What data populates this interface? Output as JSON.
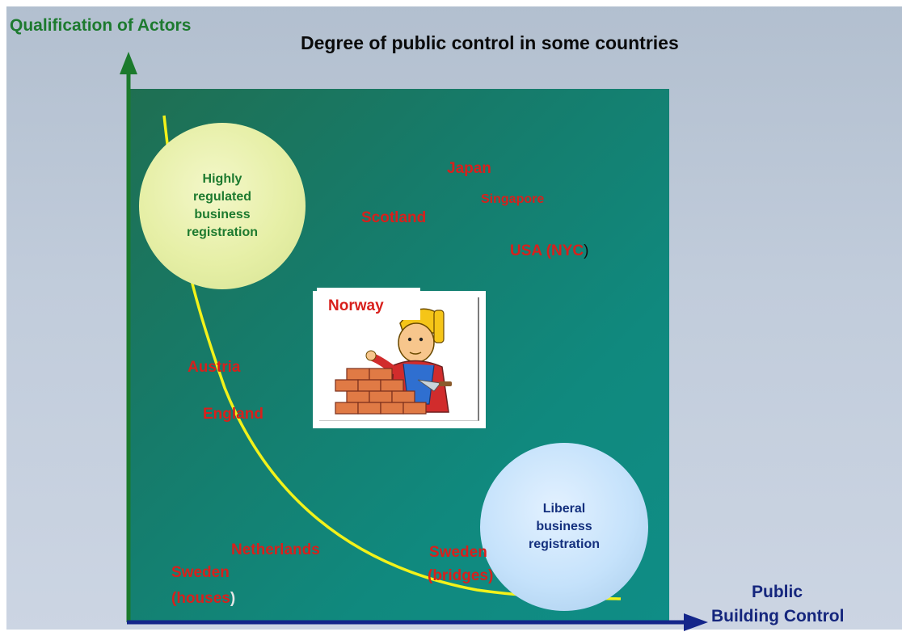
{
  "title": "Degree of public control in some countries",
  "y_axis_label": "Qualification of Actors",
  "x_axis_label_line1": "Public",
  "x_axis_label_line2": "Building Control",
  "circles": {
    "regulated": [
      "Highly",
      "regulated",
      "business",
      "registration"
    ],
    "liberal": [
      "Liberal",
      "business",
      "registration"
    ]
  },
  "countries": {
    "japan": "Japan",
    "singapore": "Singapore",
    "scotland": "Scotland",
    "usa": "USA (NYC",
    "usa_paren": ")",
    "norway": "Norway",
    "austria": "Austria",
    "england": "England",
    "netherlands": "Netherlands",
    "sweden_houses_1": "Sweden",
    "sweden_houses_2": "(houses",
    "sweden_houses_paren": ")",
    "sweden_bridges_1": "Sweden",
    "sweden_bridges_2": "(bridges)"
  },
  "colors": {
    "country_text": "#d8201c",
    "y_axis": "#1d7a2f",
    "x_axis": "#15267d",
    "curve": "#f2f21a",
    "panel": "#167b6a"
  },
  "image": {
    "icon": "bricklayer-clipart"
  }
}
